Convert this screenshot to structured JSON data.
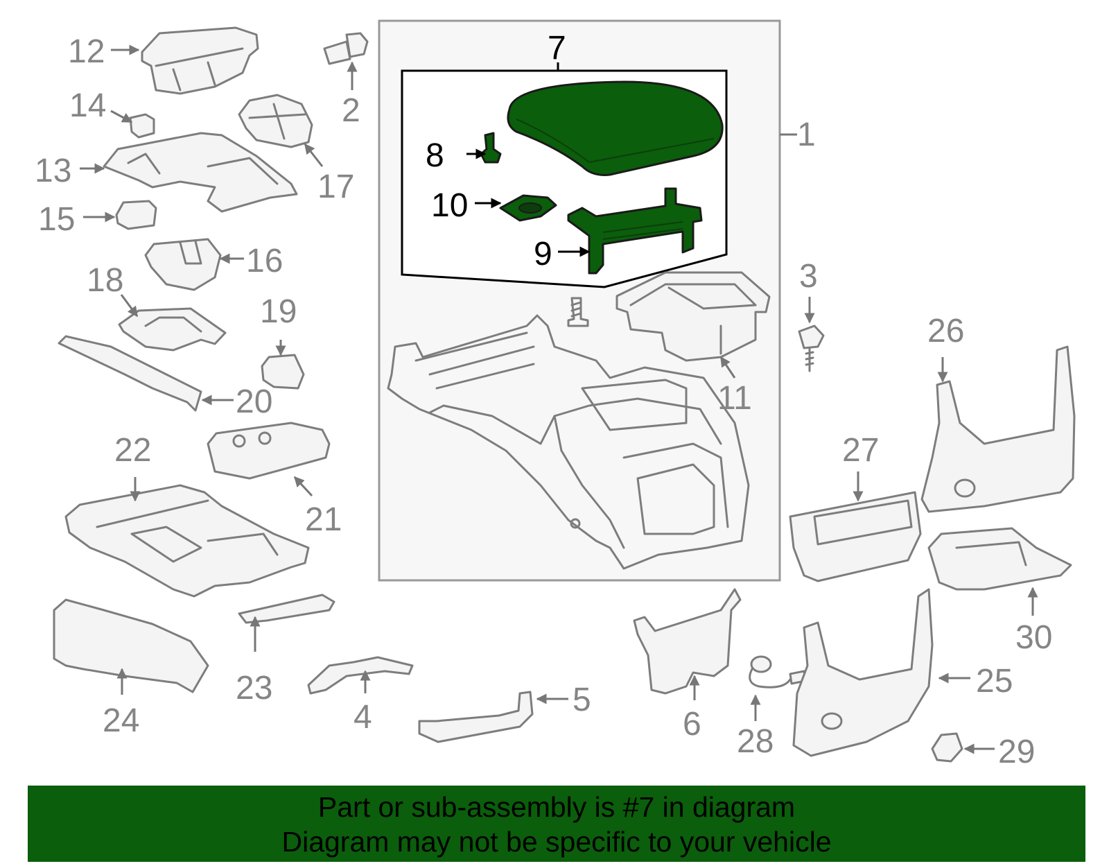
{
  "colors": {
    "highlight": "#0b5e0b",
    "part_outline": "#7d7d7d",
    "label_gray": "#858585",
    "label_black": "#000000",
    "footer_bg": "#0b5e0b"
  },
  "diagram": {
    "highlighted_part": "7",
    "callouts": {
      "c1": "1",
      "c2": "2",
      "c3": "3",
      "c4": "4",
      "c5": "5",
      "c6": "6",
      "c7": "7",
      "c8": "8",
      "c9": "9",
      "c10": "10",
      "c11": "11",
      "c12": "12",
      "c13": "13",
      "c14": "14",
      "c15": "15",
      "c16": "16",
      "c17": "17",
      "c18": "18",
      "c19": "19",
      "c20": "20",
      "c21": "21",
      "c22": "22",
      "c23": "23",
      "c24": "24",
      "c25": "25",
      "c26": "26",
      "c27": "27",
      "c28": "28",
      "c29": "29",
      "c30": "30"
    }
  },
  "footer": {
    "line1": "Part or sub-assembly is #7 in diagram",
    "line2": "Diagram may not be specific to your vehicle"
  }
}
